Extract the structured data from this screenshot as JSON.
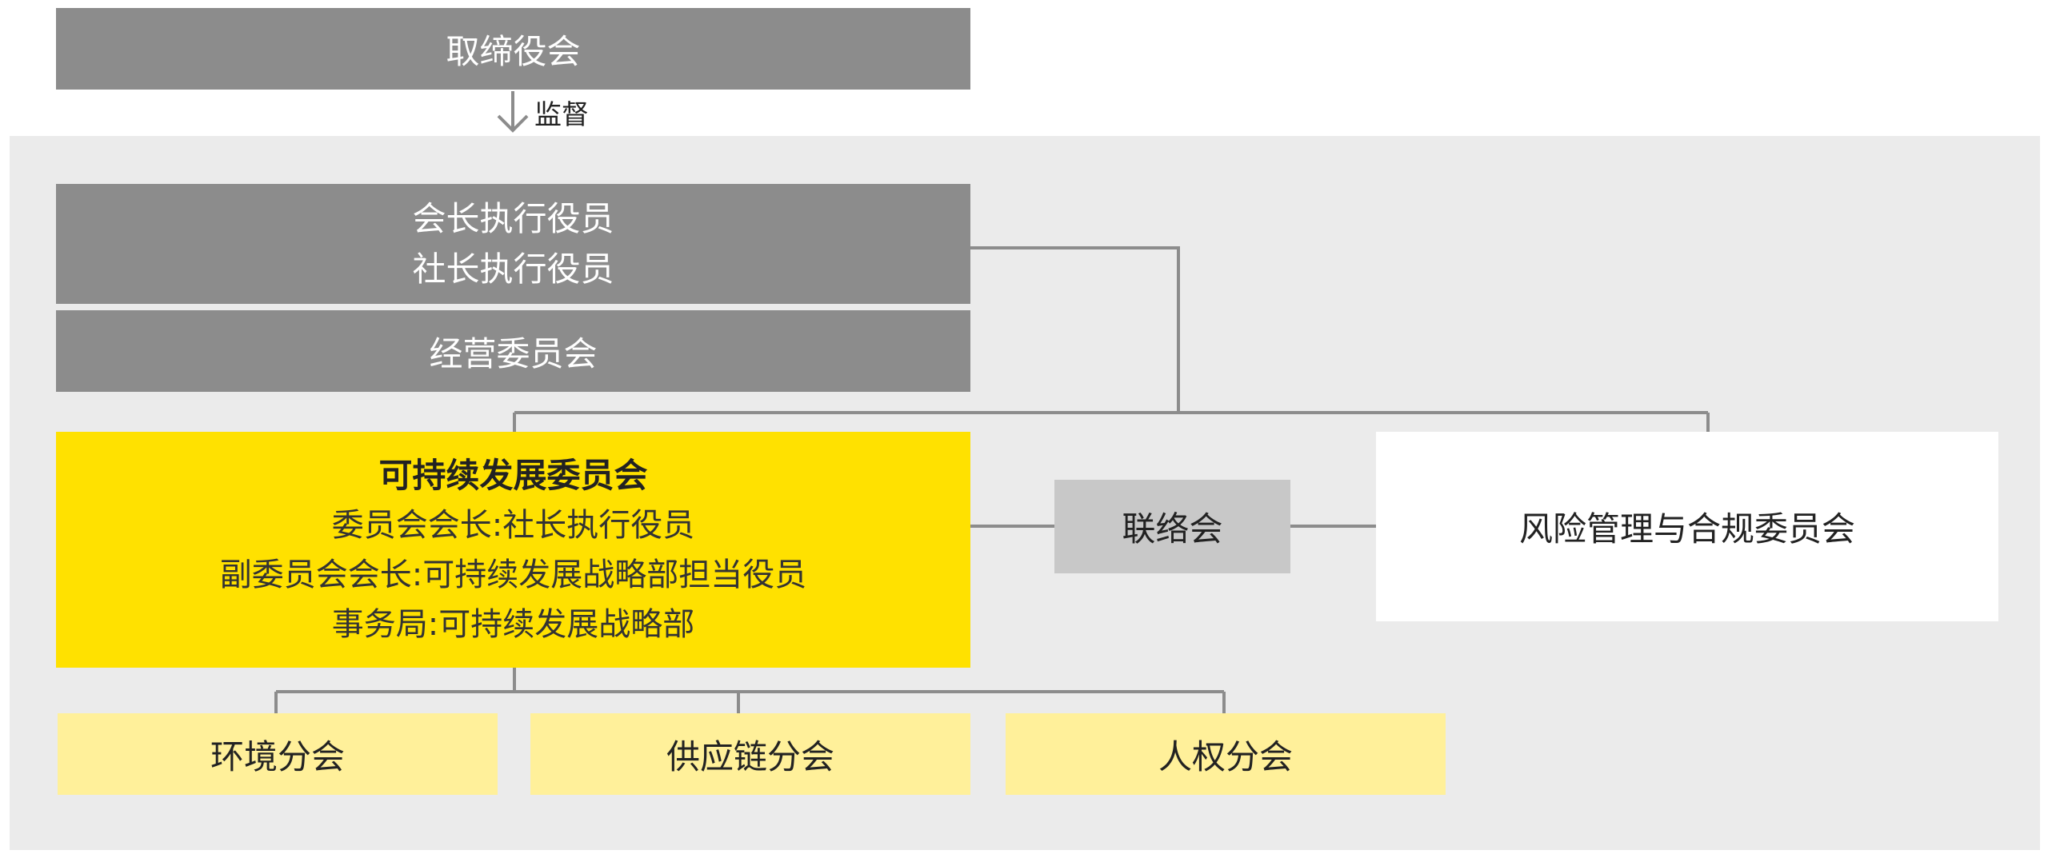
{
  "board": {
    "label": "取缔役会"
  },
  "supervise_label": "监督",
  "executives": {
    "line1": "会长执行役员",
    "line2": "社长执行役员"
  },
  "management_committee": {
    "label": "经营委员会"
  },
  "sustainability_committee": {
    "title": "可持续发展委员会",
    "chair": "委员会会长:社长执行役员",
    "vice_chair": "副委员会会长:可持续发展战略部担当役员",
    "secretariat": "事务局:可持续发展战略部"
  },
  "liaison": {
    "label": "联络会"
  },
  "risk_committee": {
    "label": "风险管理与合规委员会"
  },
  "subcommittees": [
    {
      "label": "环境分会"
    },
    {
      "label": "供应链分会"
    },
    {
      "label": "人权分会"
    }
  ],
  "colors": {
    "gray_box": "#8c8c8c",
    "yellow": "#ffe100",
    "light_yellow": "#fff09a",
    "panel": "#ebebeb",
    "liaison": "#c8c8c8",
    "line": "#8c8c8c"
  }
}
